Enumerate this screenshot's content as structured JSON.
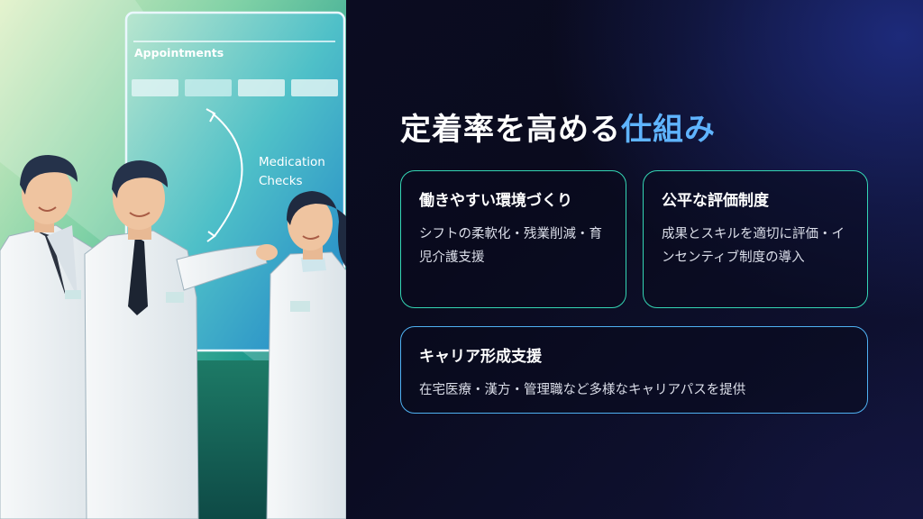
{
  "illustration": {
    "screen_heading": "Appointments",
    "screen_label_line1": "Medication",
    "screen_label_line2": "Checks"
  },
  "slide": {
    "title_main": "定着率を高める",
    "title_accent": "仕組み",
    "accent_color": "#5fb4ff",
    "cards": [
      {
        "title": "働きやすい環境づくり",
        "body": "シフトの柔軟化・残業削減・育児介護支援",
        "border_color": "#34d6b4"
      },
      {
        "title": "公平な評価制度",
        "body": "成果とスキルを適切に評価・インセンティブ制度の導入",
        "border_color": "#34d6b4"
      },
      {
        "title": "キャリア形成支援",
        "body": "在宅医療・漢方・管理職など多様なキャリアパスを提供",
        "border_color": "#4fb1f2"
      }
    ]
  }
}
